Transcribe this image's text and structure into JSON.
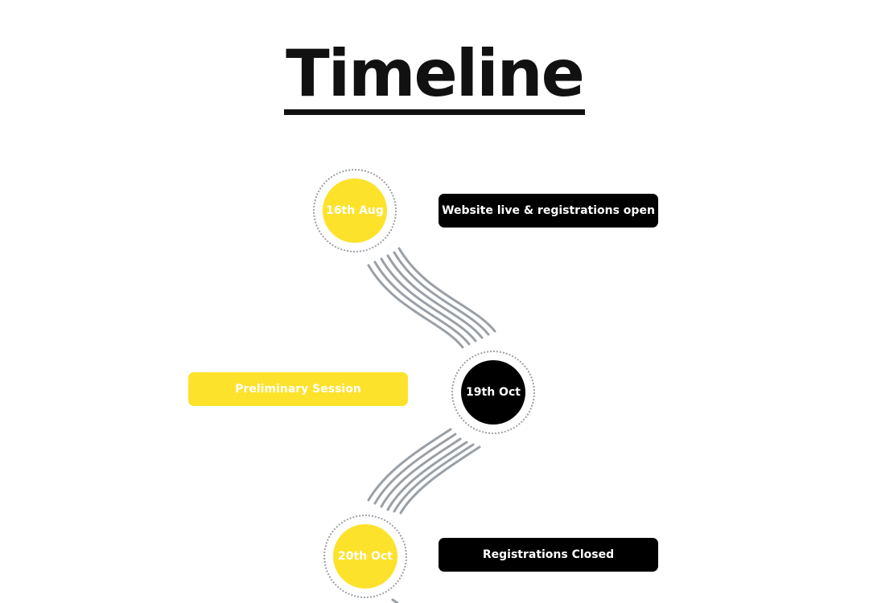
{
  "page": {
    "title": "Timeline"
  },
  "colors": {
    "accent_yellow": "#fde22b",
    "black": "#000000",
    "connector_gray": "#9aa0a6"
  },
  "events": [
    {
      "date": "16th Aug",
      "label": "Website live & registrations open",
      "node_style": "yellow",
      "label_style": "black"
    },
    {
      "date": "19th Oct",
      "label": "Preliminary Session",
      "node_style": "black",
      "label_style": "yellow"
    },
    {
      "date": "20th Oct",
      "label": "Registrations Closed",
      "node_style": "yellow",
      "label_style": "black"
    }
  ]
}
